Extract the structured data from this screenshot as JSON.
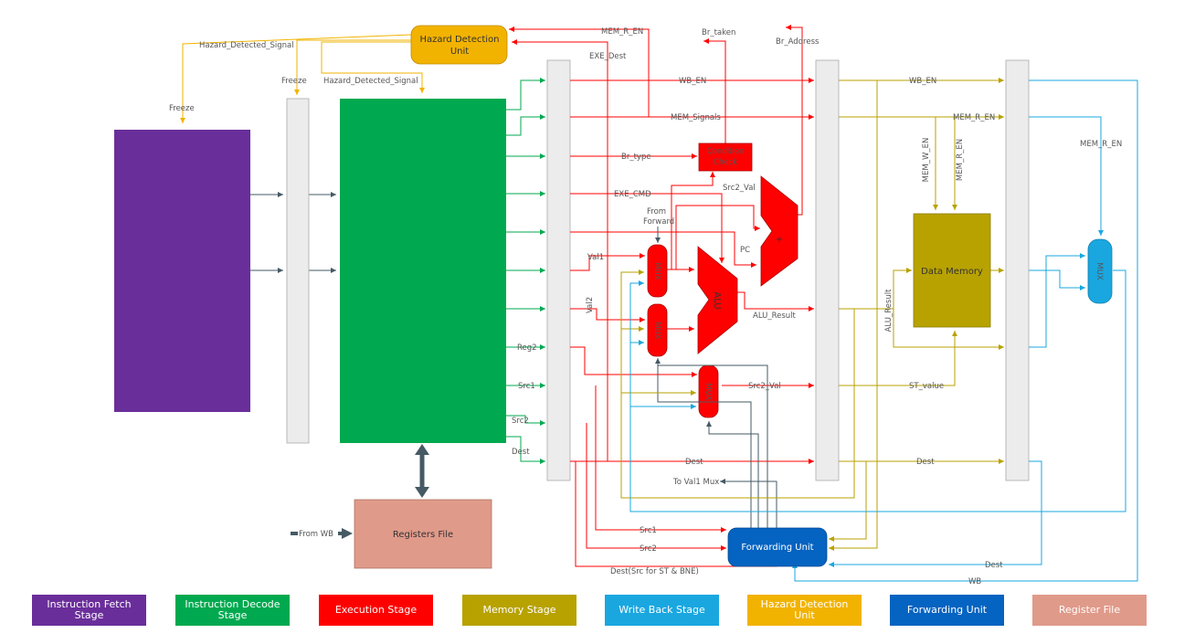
{
  "colors": {
    "fetch": "#6a2e9a",
    "decode": "#00a94f",
    "execute": "#ff0000",
    "memory": "#b8a200",
    "writeback": "#1aa7e0",
    "hazard": "#f2b300",
    "forward": "#0563c1",
    "register": "#e09a8a",
    "pipeline_reg": "#ececec",
    "arrow_dark": "#455a64"
  },
  "blocks": {
    "hazard_unit": "Hazard Detection\nUnit",
    "condition_check": "Condition\nCheck",
    "alu": "ALU",
    "adder": "+",
    "data_memory": "Data Memory",
    "registers_file": "Registers File",
    "forwarding_unit": "Forwarding Unit",
    "mux": "MUX"
  },
  "signals": {
    "hazard_detected_1": "Hazard_Detected_Signal",
    "hazard_detected_2": "Hazard_Detected_Signal",
    "freeze_1": "Freeze",
    "freeze_2": "Freeze",
    "mem_r_en_top": "MEM_R_EN",
    "exe_dest": "EXE_Dest",
    "br_taken": "Br_taken",
    "br_address": "Br_Address",
    "wb_en_1": "WB_EN",
    "mem_signals": "MEM_Signals",
    "br_type": "Br_type",
    "exe_cmd": "EXE_CMD",
    "from_forward": "From\nForward",
    "src2_val_top": "Src2_Val",
    "pc": "PC",
    "val1": "Val1",
    "val2": "Val2",
    "alu_result": "ALU_Result",
    "reg2": "Reg2",
    "src1": "Src1",
    "src2": "Src2",
    "dest": "Dest",
    "src2_val": "Src2_Val",
    "dest_mid": "Dest",
    "to_val1_mux": "To Val1 Mux",
    "src1_fw": "Src1",
    "src2_fw": "Src2",
    "dest_fw": "Dest(Src for ST & BNE)",
    "wb_en_2": "WB_EN",
    "mem_r_en_2": "MEM_R_EN",
    "mem_w_en": "MEM_W_EN",
    "mem_r_en_3": "MEM_R_EN",
    "mem_r_en_4": "MEM_R_EN",
    "alu_result_v": "ALU_Result",
    "st_value": "ST_value",
    "dest_2": "Dest",
    "dest_3": "Dest",
    "wb": "WB",
    "from_wb": "From WB"
  },
  "legend": [
    {
      "label": "Instruction Fetch Stage",
      "color": "#6a2e9a"
    },
    {
      "label": "Instruction Decode Stage",
      "color": "#00a94f"
    },
    {
      "label": "Execution Stage",
      "color": "#ff0000"
    },
    {
      "label": "Memory Stage",
      "color": "#b8a200"
    },
    {
      "label": "Write Back Stage",
      "color": "#1aa7e0"
    },
    {
      "label": "Hazard Detection Unit",
      "color": "#f2b300"
    },
    {
      "label": "Forwarding Unit",
      "color": "#0563c1"
    },
    {
      "label": "Register File",
      "color": "#e09a8a"
    }
  ]
}
